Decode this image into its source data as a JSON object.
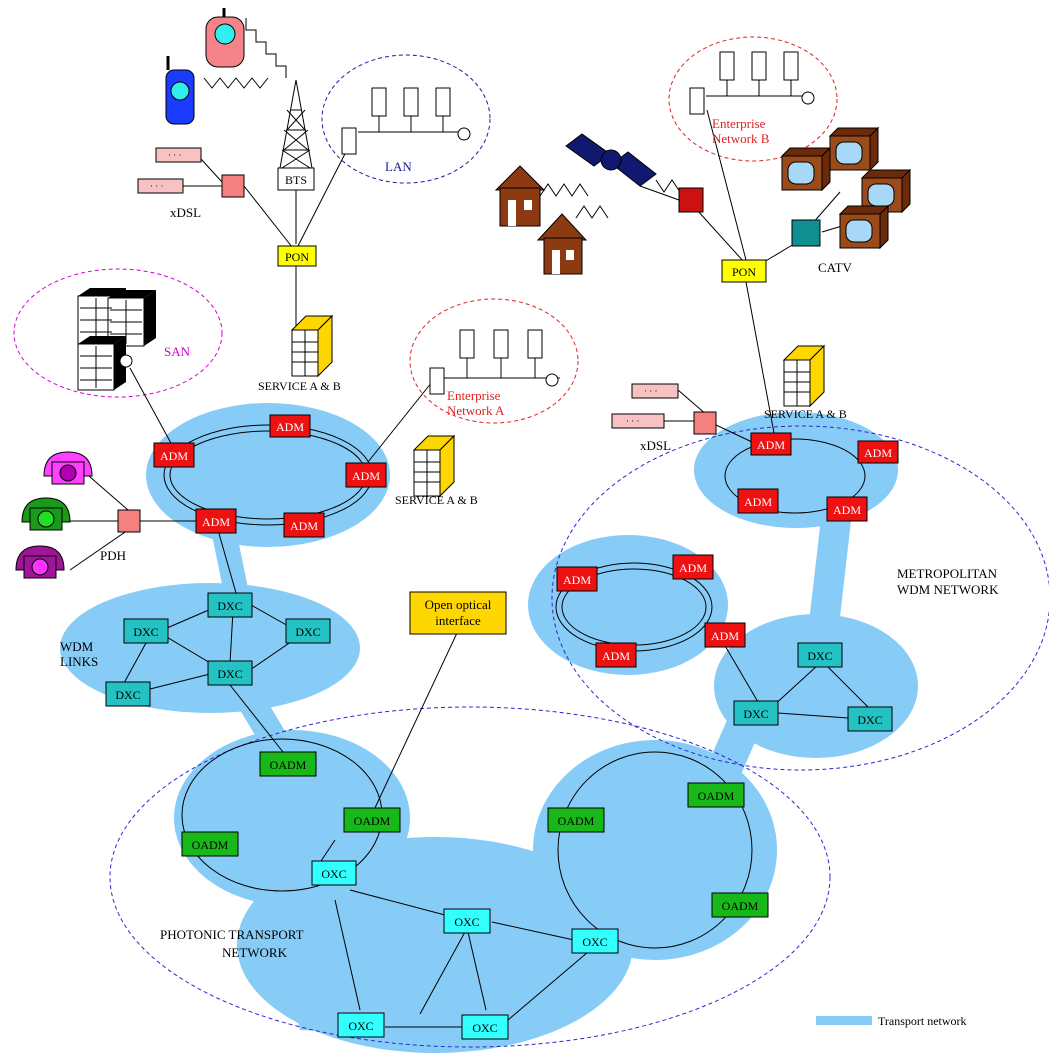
{
  "colors": {
    "transport": "#87cbf7",
    "adm": "#ee1111",
    "dxc": "#25c2c4",
    "oadm": "#18b818",
    "oxc": "#33ffff",
    "pon": "#ffff00",
    "open_interface": "#ffd700",
    "dsl_box": "#f48080",
    "dsl_modem": "#f8c2c2",
    "catv_hub": "#0f8f8f",
    "tv_body": "#9b4a1a",
    "house": "#8b3a12",
    "sat_dish": "#cc1111",
    "san_ring": "#d400d4",
    "lan_ring": "#1a1aa0",
    "enterprise_ring": "#dd2222",
    "metro_ring": "#2a2ad0"
  },
  "nodes": {
    "adm": "ADM",
    "dxc": "DXC",
    "oadm": "OADM",
    "oxc": "OXC",
    "pon": "PON",
    "bts": "BTS"
  },
  "labels": {
    "xdsl": "xDSL",
    "lan": "LAN",
    "san": "SAN",
    "enterprise_a_line1": "Enterprise",
    "enterprise_a_line2": "Network A",
    "enterprise_b_line1": "Enterprise",
    "enterprise_b_line2": "Network B",
    "service": "SERVICE A & B",
    "pdh": "PDH",
    "wdm_line1": "WDM",
    "wdm_line2": "LINKS",
    "open_line1": "Open optical",
    "open_line2": "interface",
    "catv": "CATV",
    "metro_line1": "METROPOLITAN",
    "metro_line2": "WDM NETWORK",
    "photonic_line1": "PHOTONIC TRANSPORT",
    "photonic_line2": "NETWORK",
    "modem_dots": "· · ·"
  },
  "legend": {
    "label": "Transport network"
  }
}
